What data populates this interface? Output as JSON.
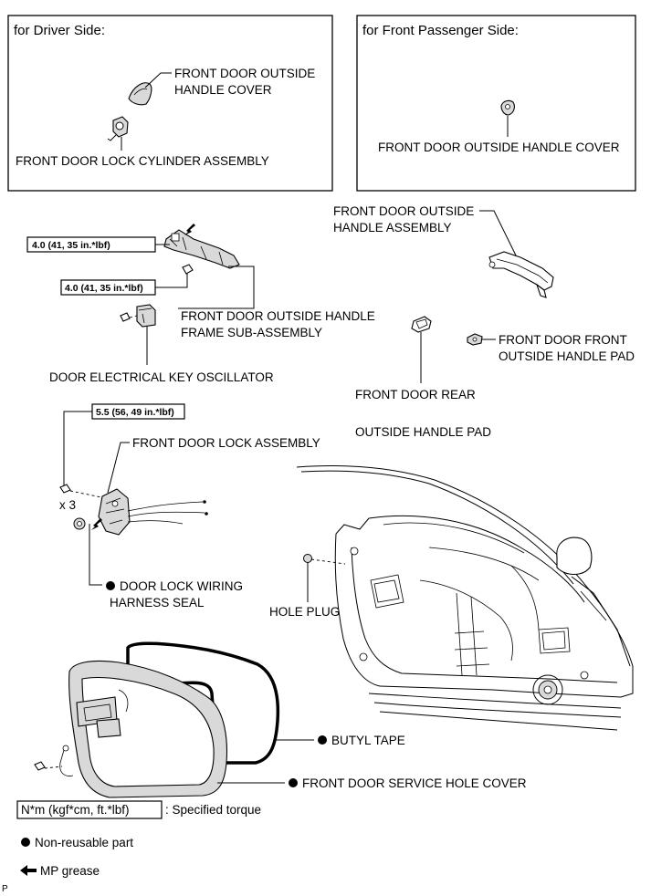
{
  "boxes": {
    "driver": {
      "title": "for Driver Side:"
    },
    "passenger": {
      "title": "for Front Passenger Side:"
    }
  },
  "labels": {
    "outside_handle_cover_1": "FRONT DOOR OUTSIDE",
    "outside_handle_cover_2": "HANDLE COVER",
    "lock_cylinder": "FRONT DOOR LOCK CYLINDER ASSEMBLY",
    "passenger_handle_cover": "FRONT DOOR OUTSIDE HANDLE COVER",
    "outside_handle_assy_1": "FRONT DOOR OUTSIDE",
    "outside_handle_assy_2": "HANDLE ASSEMBLY",
    "handle_frame_1": "FRONT DOOR OUTSIDE HANDLE",
    "handle_frame_2": "FRAME SUB-ASSEMBLY",
    "key_oscillator": "DOOR ELECTRICAL KEY OSCILLATOR",
    "front_pad_1": "FRONT DOOR FRONT",
    "front_pad_2": "OUTSIDE HANDLE PAD",
    "rear_pad_1": "FRONT DOOR REAR",
    "rear_pad_2": "OUTSIDE HANDLE PAD",
    "lock_assy": "FRONT DOOR LOCK ASSEMBLY",
    "x3": "x 3",
    "wiring_seal_1": "DOOR LOCK WIRING",
    "wiring_seal_2": "HARNESS SEAL",
    "hole_plug": "HOLE PLUG",
    "butyl_tape": "BUTYL TAPE",
    "service_hole_cover": "FRONT DOOR SERVICE HOLE COVER"
  },
  "torques": {
    "t1": "4.0 (41, 35 in.*lbf)",
    "t2": "4.0 (41, 35 in.*lbf)",
    "t3": "5.5 (56, 49 in.*lbf)"
  },
  "legend": {
    "torque_box": "N*m (kgf*cm, ft.*lbf)",
    "torque_desc": ": Specified torque",
    "non_reusable": "Non-reusable part",
    "grease": "MP grease"
  },
  "corner_mark": "P"
}
